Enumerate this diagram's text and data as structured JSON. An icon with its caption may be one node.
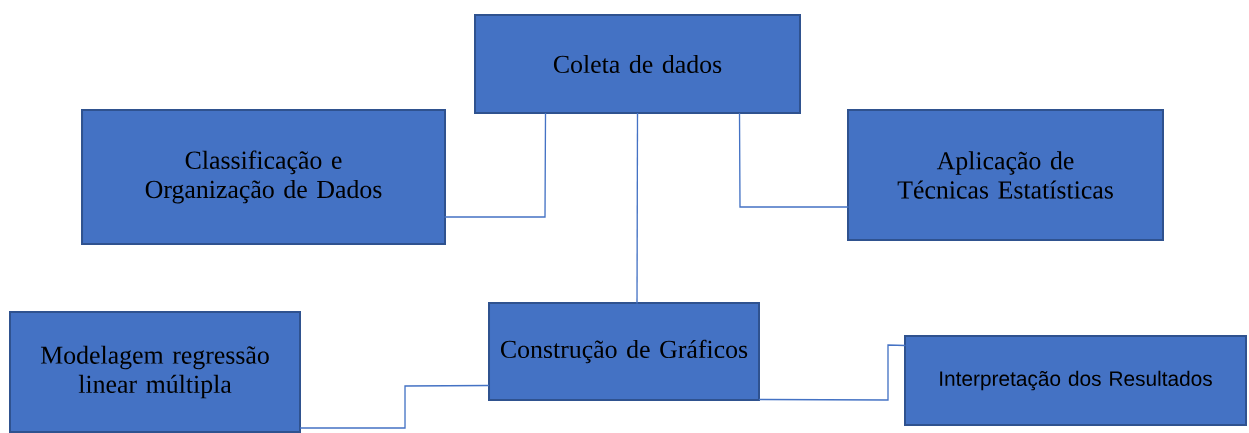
{
  "diagram": {
    "nodes": [
      {
        "text": [
          "Coleta de dados"
        ]
      },
      {
        "text": [
          "Classificação e Organização de Dados"
        ]
      },
      {
        "text": [
          "Aplicação de Técnicas Estatísticas"
        ]
      },
      {
        "text": [
          "Construção de Gráficos"
        ]
      },
      {
        "text": [
          "Modelagem regressão linear múltipla"
        ]
      },
      {
        "text": [
          "Interpretação dos Resultados"
        ]
      }
    ],
    "edges": [
      {
        "from": 0,
        "to": 1,
        "arrow": "none"
      },
      {
        "from": 0,
        "to": 3,
        "arrow": "none"
      },
      {
        "from": 0,
        "to": 2,
        "arrow": "none"
      },
      {
        "from": 3,
        "to": 4,
        "arrow": "none"
      },
      {
        "from": 3,
        "to": 5,
        "arrow": "none"
      }
    ]
  }
}
